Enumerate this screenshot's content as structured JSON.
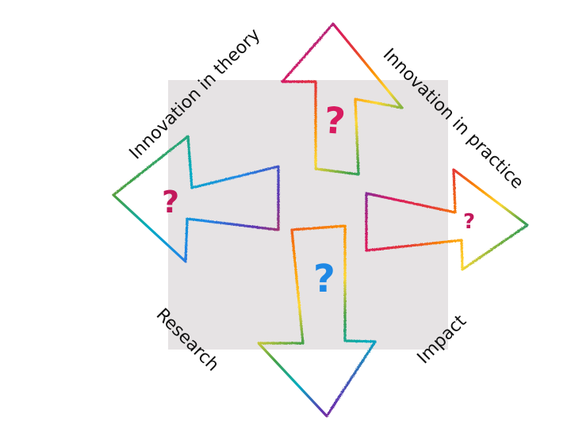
{
  "labels": {
    "innovation_in_theory": "Innovation in theory",
    "innovation_in_practice": "Innovation in practice",
    "research": "Research",
    "impact": "Impact"
  },
  "question_marks": {
    "up": "?",
    "left": "?",
    "right": "?",
    "down": "?"
  },
  "colors": {
    "background_square": "#e6e3e4",
    "rainbow": [
      "#d81b60",
      "#e53935",
      "#fb8c00",
      "#fdd835",
      "#43a047",
      "#00acc1",
      "#1e88e5",
      "#5e35b1"
    ],
    "question_up": "#d81b60",
    "question_left": "#c2185b",
    "question_right": "#c2185b",
    "question_down": "#1e88e5"
  },
  "arrow_directions": [
    "up",
    "left",
    "right",
    "down"
  ]
}
